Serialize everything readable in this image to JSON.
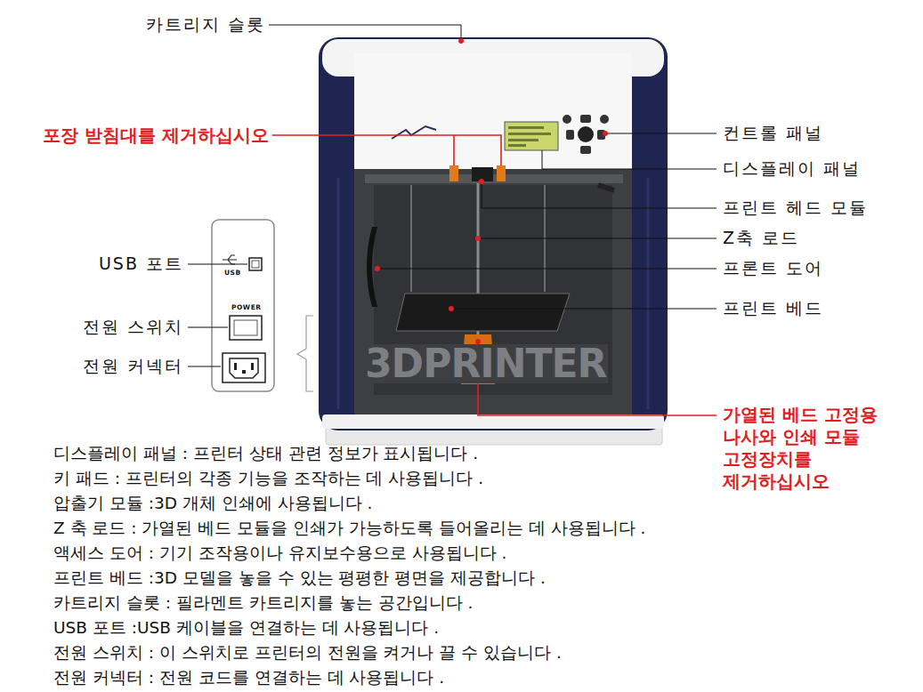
{
  "diagram": {
    "labels": [
      "카트리지 슬롯",
      "포장 받침대를 제거하십시오",
      "컨트롤 패널",
      "디스플레이 패널",
      "프린트 헤드 모듈",
      "Z축 로드",
      "프론트 도어",
      "프린트 베드",
      "USB 포트",
      "전원 스위치",
      "전원 커넥터",
      "가열된 베드 고정용 나사와 인쇄 모듈 고정장치를 제거하십시오",
      "디스플레이 패널 : 프린터 상태 관련 정보가 표시됩니다 .",
      "키 패드 : 프린터의 각종 기능을 조작하는 데 사용됩니다 .",
      "압출기 모듈 :3D 개체 인쇄에 사용됩니다 .",
      "Z 축 로드 : 가열된 베드 모듈을 인쇄가 가능하도록 들어올리는 데 사용됩니다 .",
      "액세스 도어 : 기기 조작용이나 유지보수용으로 사용됩니다 .",
      "프린트 베드 :3D 모델을 놓을 수 있는 평평한 평면을 제공합니다 .",
      "카트리지 슬롯 : 필라멘트 카트리지를 놓는 공간입니다 .",
      "USB 포트 :USB 케이블을 연결하는 데 사용됩니다 .",
      "전원 스위치 : 이 스위치로 프린터의 전원을 켜거나 끌 수 있습니다 .",
      "전원 커넥터 : 전원 코드를 연결하는 데 사용됩니다 .",
      "USB",
      "POWER",
      "3DPRINTER"
    ]
  }
}
